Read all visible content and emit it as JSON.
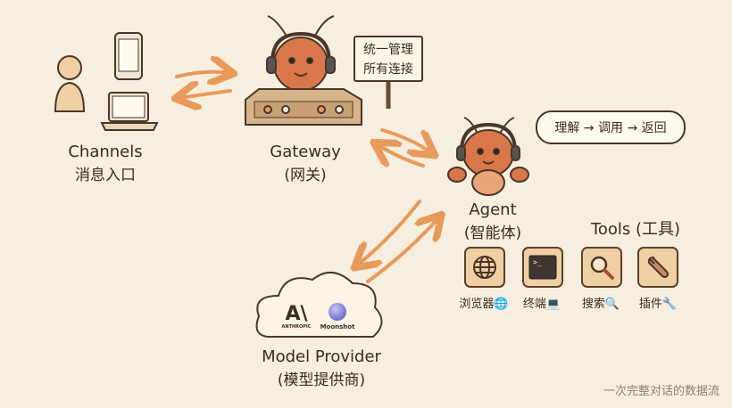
{
  "channels": {
    "title": "Channels",
    "subtitle": "消息入口"
  },
  "gateway": {
    "title": "Gateway",
    "subtitle": "(网关)",
    "sign": [
      "统一管理",
      "所有连接"
    ]
  },
  "agent": {
    "title": "Agent",
    "subtitle": "(智能体)",
    "bubble": "理解 → 调用 → 返回"
  },
  "tools": {
    "title": "Tools (工具)",
    "items": [
      {
        "label": "浏览器🌐",
        "icon": "globe-icon"
      },
      {
        "label": "终端💻",
        "icon": "terminal-icon"
      },
      {
        "label": "搜索🔍",
        "icon": "search-icon"
      },
      {
        "label": "插件🔧",
        "icon": "wrench-icon"
      }
    ]
  },
  "model_provider": {
    "title": "Model Provider",
    "subtitle": "(模型提供商)",
    "logos": [
      "ANTHROPIC",
      "Moonshot"
    ]
  },
  "footer": "一次完整对话的数据流",
  "colors": {
    "background": "#f6eedf",
    "arrow": "#e89a5a",
    "lobster": "#d9774a",
    "text": "#3b2b20"
  }
}
